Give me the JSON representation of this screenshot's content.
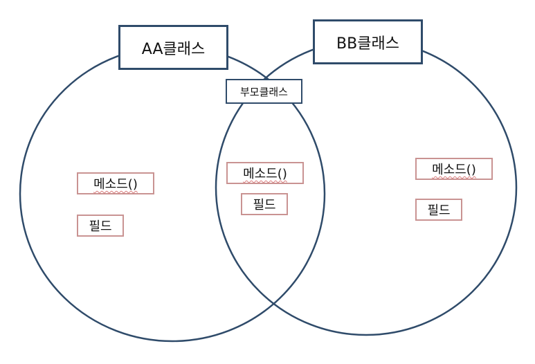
{
  "colors": {
    "circle_stroke": "#2f4b6a",
    "title_border": "#2f4b6a",
    "member_border": "#c99392",
    "spellcheck_underline": "#d97a7a"
  },
  "left_class": {
    "title": "AA클래스",
    "method": "메소드()",
    "field": "필드"
  },
  "right_class": {
    "title": "BB클래스",
    "method": "메소드()",
    "field": "필드"
  },
  "shared_class": {
    "title": "부모클래스",
    "method": "메소드()",
    "field": "필드"
  }
}
